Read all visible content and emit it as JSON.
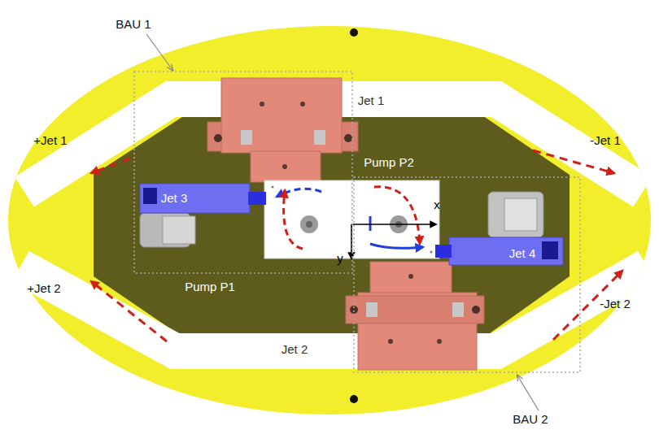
{
  "diagram": {
    "labels": [
      "BAU 1",
      "Jet 1",
      "+Jet 1",
      "-Jet 1",
      "Pump P2",
      "Jet 3",
      "x",
      "Jet 4",
      "y",
      "Pump P1",
      "+Jet 2",
      "-Jet 2",
      "Jet 2",
      "BAU 2"
    ]
  }
}
